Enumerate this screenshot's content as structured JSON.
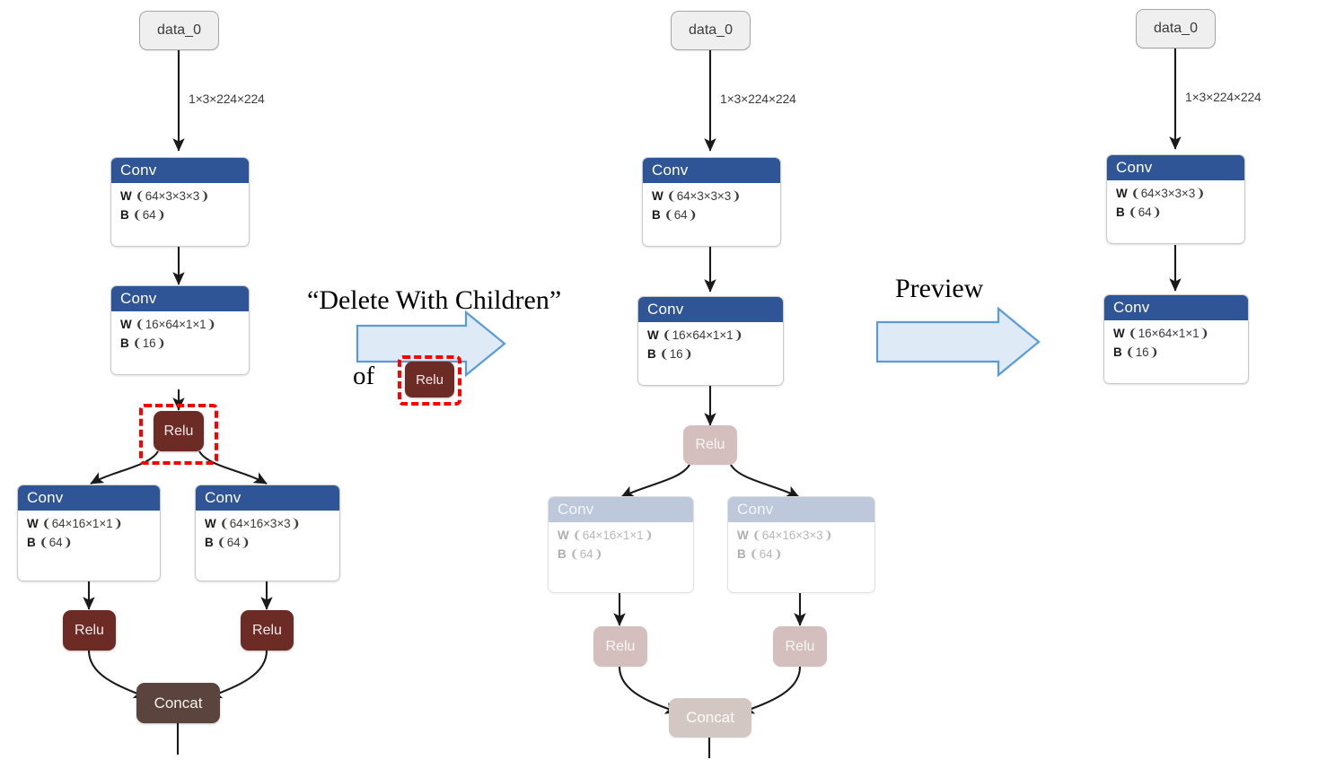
{
  "diagram": {
    "title": "Delete With Children operation on a neural network graph",
    "colors": {
      "conv_header": "#2f5597",
      "conv_header_faded": "#bdc8da",
      "relu": "#6d2b26",
      "relu_faded": "#d5bfbe",
      "concat": "#5a443d",
      "concat_faded": "#d2c7c2",
      "data_node": "#efefef",
      "selection": "#fe0000",
      "block_arrow_fill": "#deebf7",
      "block_arrow_stroke": "#5b9bd5",
      "edge": "#1a1a1a"
    }
  },
  "annotations": {
    "operation_label": "“Delete With Children”",
    "operation_of": "of",
    "operation_target_node": "Relu",
    "preview_label": "Preview"
  },
  "panels": [
    {
      "id": "before",
      "nodes": {
        "data": {
          "label": "data_0"
        },
        "conv1": {
          "type": "Conv",
          "params": [
            {
              "key": "W",
              "value": "❨64×3×3×3❩"
            },
            {
              "key": "B",
              "value": "❨64❩"
            }
          ]
        },
        "conv2": {
          "type": "Conv",
          "params": [
            {
              "key": "W",
              "value": "❨16×64×1×1❩"
            },
            {
              "key": "B",
              "value": "❨16❩"
            }
          ]
        },
        "relu1": {
          "label": "Relu",
          "selected": true
        },
        "conv3": {
          "type": "Conv",
          "params": [
            {
              "key": "W",
              "value": "❨64×16×1×1❩"
            },
            {
              "key": "B",
              "value": "❨64❩"
            }
          ]
        },
        "conv4": {
          "type": "Conv",
          "params": [
            {
              "key": "W",
              "value": "❨64×16×3×3❩"
            },
            {
              "key": "B",
              "value": "❨64❩"
            }
          ]
        },
        "relu2": {
          "label": "Relu"
        },
        "relu3": {
          "label": "Relu"
        },
        "concat": {
          "label": "Concat"
        }
      },
      "edge_label": "1×3×224×224"
    },
    {
      "id": "preview",
      "nodes": {
        "data": {
          "label": "data_0"
        },
        "conv1": {
          "type": "Conv",
          "params": [
            {
              "key": "W",
              "value": "❨64×3×3×3❩"
            },
            {
              "key": "B",
              "value": "❨64❩"
            }
          ]
        },
        "conv2": {
          "type": "Conv",
          "params": [
            {
              "key": "W",
              "value": "❨16×64×1×1❩"
            },
            {
              "key": "B",
              "value": "❨16❩"
            }
          ]
        },
        "relu1": {
          "label": "Relu",
          "faded": true
        },
        "conv3": {
          "type": "Conv",
          "params": [
            {
              "key": "W",
              "value": "❨64×16×1×1❩"
            },
            {
              "key": "B",
              "value": "❨64❩"
            }
          ],
          "faded": true
        },
        "conv4": {
          "type": "Conv",
          "params": [
            {
              "key": "W",
              "value": "❨64×16×3×3❩"
            },
            {
              "key": "B",
              "value": "❨64❩"
            }
          ],
          "faded": true
        },
        "relu2": {
          "label": "Relu",
          "faded": true
        },
        "relu3": {
          "label": "Relu",
          "faded": true
        },
        "concat": {
          "label": "Concat",
          "faded": true
        }
      },
      "edge_label": "1×3×224×224"
    },
    {
      "id": "after",
      "nodes": {
        "data": {
          "label": "data_0"
        },
        "conv1": {
          "type": "Conv",
          "params": [
            {
              "key": "W",
              "value": "❨64×3×3×3❩"
            },
            {
              "key": "B",
              "value": "❨64❩"
            }
          ]
        },
        "conv2": {
          "type": "Conv",
          "params": [
            {
              "key": "W",
              "value": "❨16×64×1×1❩"
            },
            {
              "key": "B",
              "value": "❨16❩"
            }
          ]
        }
      },
      "edge_label": "1×3×224×224"
    }
  ]
}
